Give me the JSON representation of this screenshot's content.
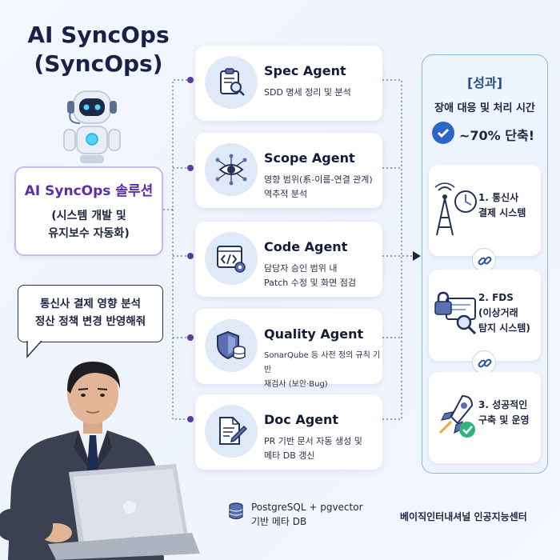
{
  "title": {
    "line1": "AI SyncOps",
    "line2": "(SyncOps)"
  },
  "solution": {
    "title": "AI SyncOps 솔루션",
    "desc_line1": "(시스템 개발 및",
    "desc_line2": "유지보수 자동화)"
  },
  "bubble": {
    "line1": "통신사 결제 영향 분석",
    "line2": "정산 정책 변경 반영해줘"
  },
  "agents": [
    {
      "name": "Spec Agent",
      "desc_line1": "SDD 명세 정리 및 분석",
      "desc_line2": "",
      "icon": "clipboard-search-icon"
    },
    {
      "name": "Scope Agent",
      "desc_line1": "영향 범위(系-이름-연결 관계)",
      "desc_line2": "역추적 분석",
      "icon": "eye-network-icon"
    },
    {
      "name": "Code Agent",
      "desc_line1": "담당자 승인 범위 내",
      "desc_line2": "Patch 수정 및 화면 점검",
      "icon": "code-window-gear-icon"
    },
    {
      "name": "Quality Agent",
      "desc_line1": "SonarQube 등 사전 정의 규칙 기반",
      "desc_line2": "재검사 (보안·Bug)",
      "icon": "shield-database-icon"
    },
    {
      "name": "Doc Agent",
      "desc_line1": "PR 기반 문서 자동 생성 및",
      "desc_line2": "메타 DB 갱신",
      "icon": "document-pen-icon"
    }
  ],
  "result": {
    "title": "[성과]",
    "subtitle": "장애 대응 및 처리 시간",
    "metric": "~70% 단축!",
    "items": [
      {
        "line1": "1. 통신사",
        "line2": "결제 시스템",
        "line3": "",
        "icon": "tower-clock-icon"
      },
      {
        "line1": "2. FDS",
        "line2": "(이상거래",
        "line3": "탐지 시스템)",
        "icon": "lock-monitor-search-icon"
      },
      {
        "line1": "3. 성공적인",
        "line2": "구축 및 운영",
        "line3": "",
        "icon": "rocket-check-icon"
      }
    ]
  },
  "footer": {
    "db_line1": "PostgreSQL + pgvector",
    "db_line2": "기반 메타 DB",
    "org": "베이직인터내셔널 인공지능센터"
  },
  "colors": {
    "accent": "#2c67c8",
    "purple": "#5a2fa8",
    "dark": "#1d2540",
    "icon_bg": "#dfe9f8"
  }
}
